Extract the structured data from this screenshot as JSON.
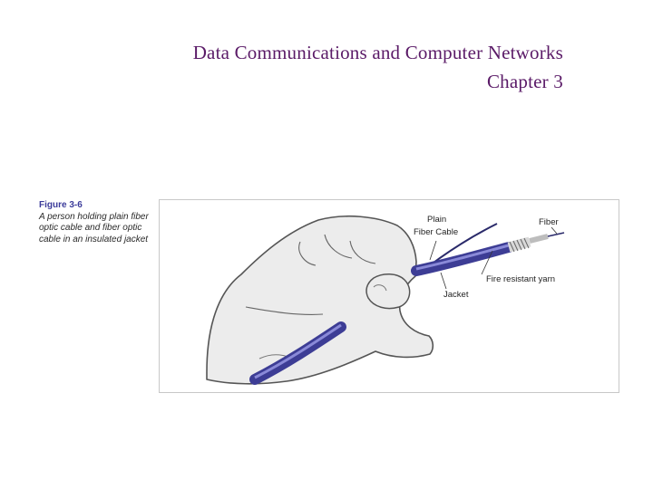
{
  "header": {
    "title_line1": "Data Communications and Computer Networks",
    "title_line2": "Chapter 3"
  },
  "figure": {
    "number": "Figure 3-6",
    "caption": "A person holding plain fiber optic cable and fiber optic cable in an insulated jacket",
    "labels": {
      "plain_fiber_line1": "Plain",
      "plain_fiber_line2": "Fiber Cable",
      "fiber": "Fiber",
      "fire_resistant_yarn": "Fire resistant yarn",
      "jacket": "Jacket"
    }
  },
  "colors": {
    "title": "#5a1a67",
    "cable": "#4a4aa8",
    "hand": "#ececec"
  }
}
